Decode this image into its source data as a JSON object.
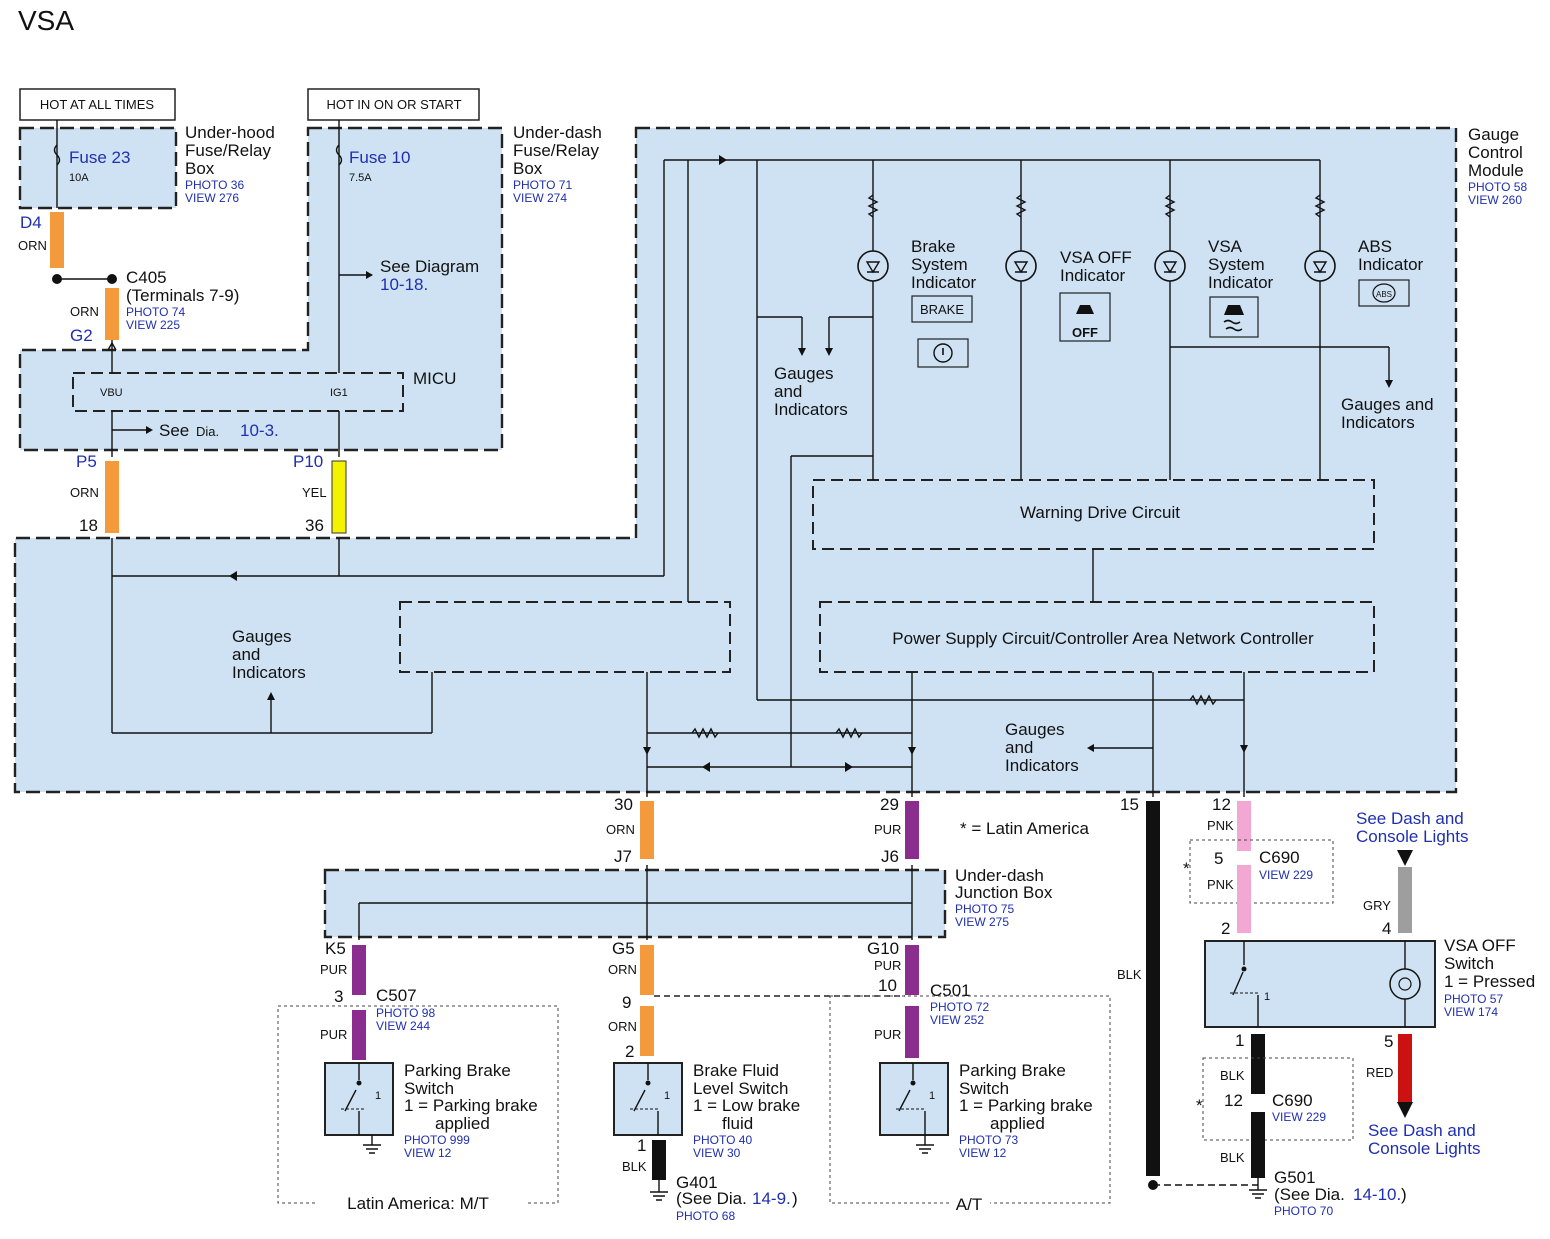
{
  "title": "VSA",
  "power": {
    "hot_all": "HOT AT ALL TIMES",
    "hot_on": "HOT IN ON OR START"
  },
  "underhood": {
    "l1": "Under-hood",
    "l2": "Fuse/Relay",
    "l3": "Box",
    "photo": "PHOTO 36",
    "view": "VIEW 276",
    "fuse": "Fuse 23",
    "amp": "10A"
  },
  "underdash": {
    "l1": "Under-dash",
    "l2": "Fuse/Relay",
    "l3": "Box",
    "photo": "PHOTO 71",
    "view": "VIEW 274",
    "fuse": "Fuse 10",
    "amp": "7.5A",
    "see": "See Diagram",
    "see_ref": "10-18."
  },
  "gauge": {
    "l1": "Gauge",
    "l2": "Control",
    "l3": "Module",
    "photo": "PHOTO 58",
    "view": "VIEW 260"
  },
  "micu": {
    "label": "MICU",
    "vbu": "VBU",
    "ig1": "IG1",
    "see": "See",
    "dia": "Dia.",
    "ref": "10-3."
  },
  "connectors": {
    "d4": "D4",
    "c405": "C405",
    "c405_terms": "(Terminals 7-9)",
    "c405_photo": "PHOTO 74",
    "c405_view": "VIEW 225",
    "g2": "G2",
    "p5": "P5",
    "p10": "P10",
    "t18": "18",
    "t36": "36",
    "t30": "30",
    "t29": "29",
    "t15": "15",
    "t12": "12",
    "j7": "J7",
    "j6": "J6",
    "k5": "K5",
    "g5": "G5",
    "g10": "G10",
    "t3": "3",
    "t9": "9",
    "t10": "10",
    "t2a": "2",
    "t1a": "1",
    "c5": "5",
    "c2": "2",
    "c4": "4",
    "c1": "1",
    "c5b": "5",
    "c12": "12"
  },
  "colors": {
    "orn": "ORN",
    "yel": "YEL",
    "pur": "PUR",
    "blk": "BLK",
    "pnk": "PNK",
    "gry": "GRY",
    "red": "RED"
  },
  "indicators": {
    "brake": {
      "l1": "Brake",
      "l2": "System",
      "l3": "Indicator",
      "badge": "BRAKE"
    },
    "vsaoff": {
      "l1": "VSA OFF",
      "l2": "Indicator",
      "icon": "OFF"
    },
    "vsasys": {
      "l1": "VSA",
      "l2": "System",
      "l3": "Indicator"
    },
    "abs": {
      "l1": "ABS",
      "l2": "Indicator",
      "icon": "ABS"
    }
  },
  "gauges_ind": {
    "l1": "Gauges",
    "l2": "and",
    "l3": "Indicators",
    "alt": "Gauges and"
  },
  "circuits": {
    "warning": "Warning Drive Circuit",
    "power": "Power Supply Circuit/Controller Area Network Controller"
  },
  "latin_note": "* = Latin America",
  "star": "*",
  "junction": {
    "l1": "Under-dash",
    "l2": "Junction Box",
    "photo": "PHOTO 75",
    "view": "VIEW 275"
  },
  "c507": {
    "name": "C507",
    "photo": "PHOTO 98",
    "view": "VIEW 244"
  },
  "c501": {
    "name": "C501",
    "photo": "PHOTO 72",
    "view": "VIEW 252"
  },
  "c690": {
    "name": "C690",
    "view": "VIEW 229"
  },
  "pbs1": {
    "l1": "Parking Brake",
    "l2": "Switch",
    "l3": "1 = Parking brake",
    "l4": "applied",
    "photo": "PHOTO 999",
    "view": "VIEW 12",
    "one": "1"
  },
  "bfl": {
    "l1": "Brake Fluid",
    "l2": "Level Switch",
    "l3": "1 = Low brake",
    "l4": "fluid",
    "photo": "PHOTO 40",
    "view": "VIEW 30",
    "one": "1"
  },
  "pbs2": {
    "l1": "Parking Brake",
    "l2": "Switch",
    "l3": "1 = Parking brake",
    "l4": "applied",
    "photo": "PHOTO 73",
    "view": "VIEW 12",
    "one": "1"
  },
  "vsaswitch": {
    "l1": "VSA OFF",
    "l2": "Switch",
    "l3": "1 = Pressed",
    "photo": "PHOTO 57",
    "view": "VIEW 174",
    "one": "1"
  },
  "dash": {
    "l1": "See Dash and",
    "l2": "Console Lights"
  },
  "g401": {
    "name": "G401",
    "see": "(See Dia.",
    "ref": "14-9.",
    "close": ")",
    "photo": "PHOTO 68"
  },
  "g501": {
    "name": "G501",
    "see": "(See Dia.",
    "ref": "14-10.",
    "close": ")",
    "photo": "PHOTO 70"
  },
  "groups": {
    "latin_mt": "Latin America: M/T",
    "at": "A/T"
  }
}
